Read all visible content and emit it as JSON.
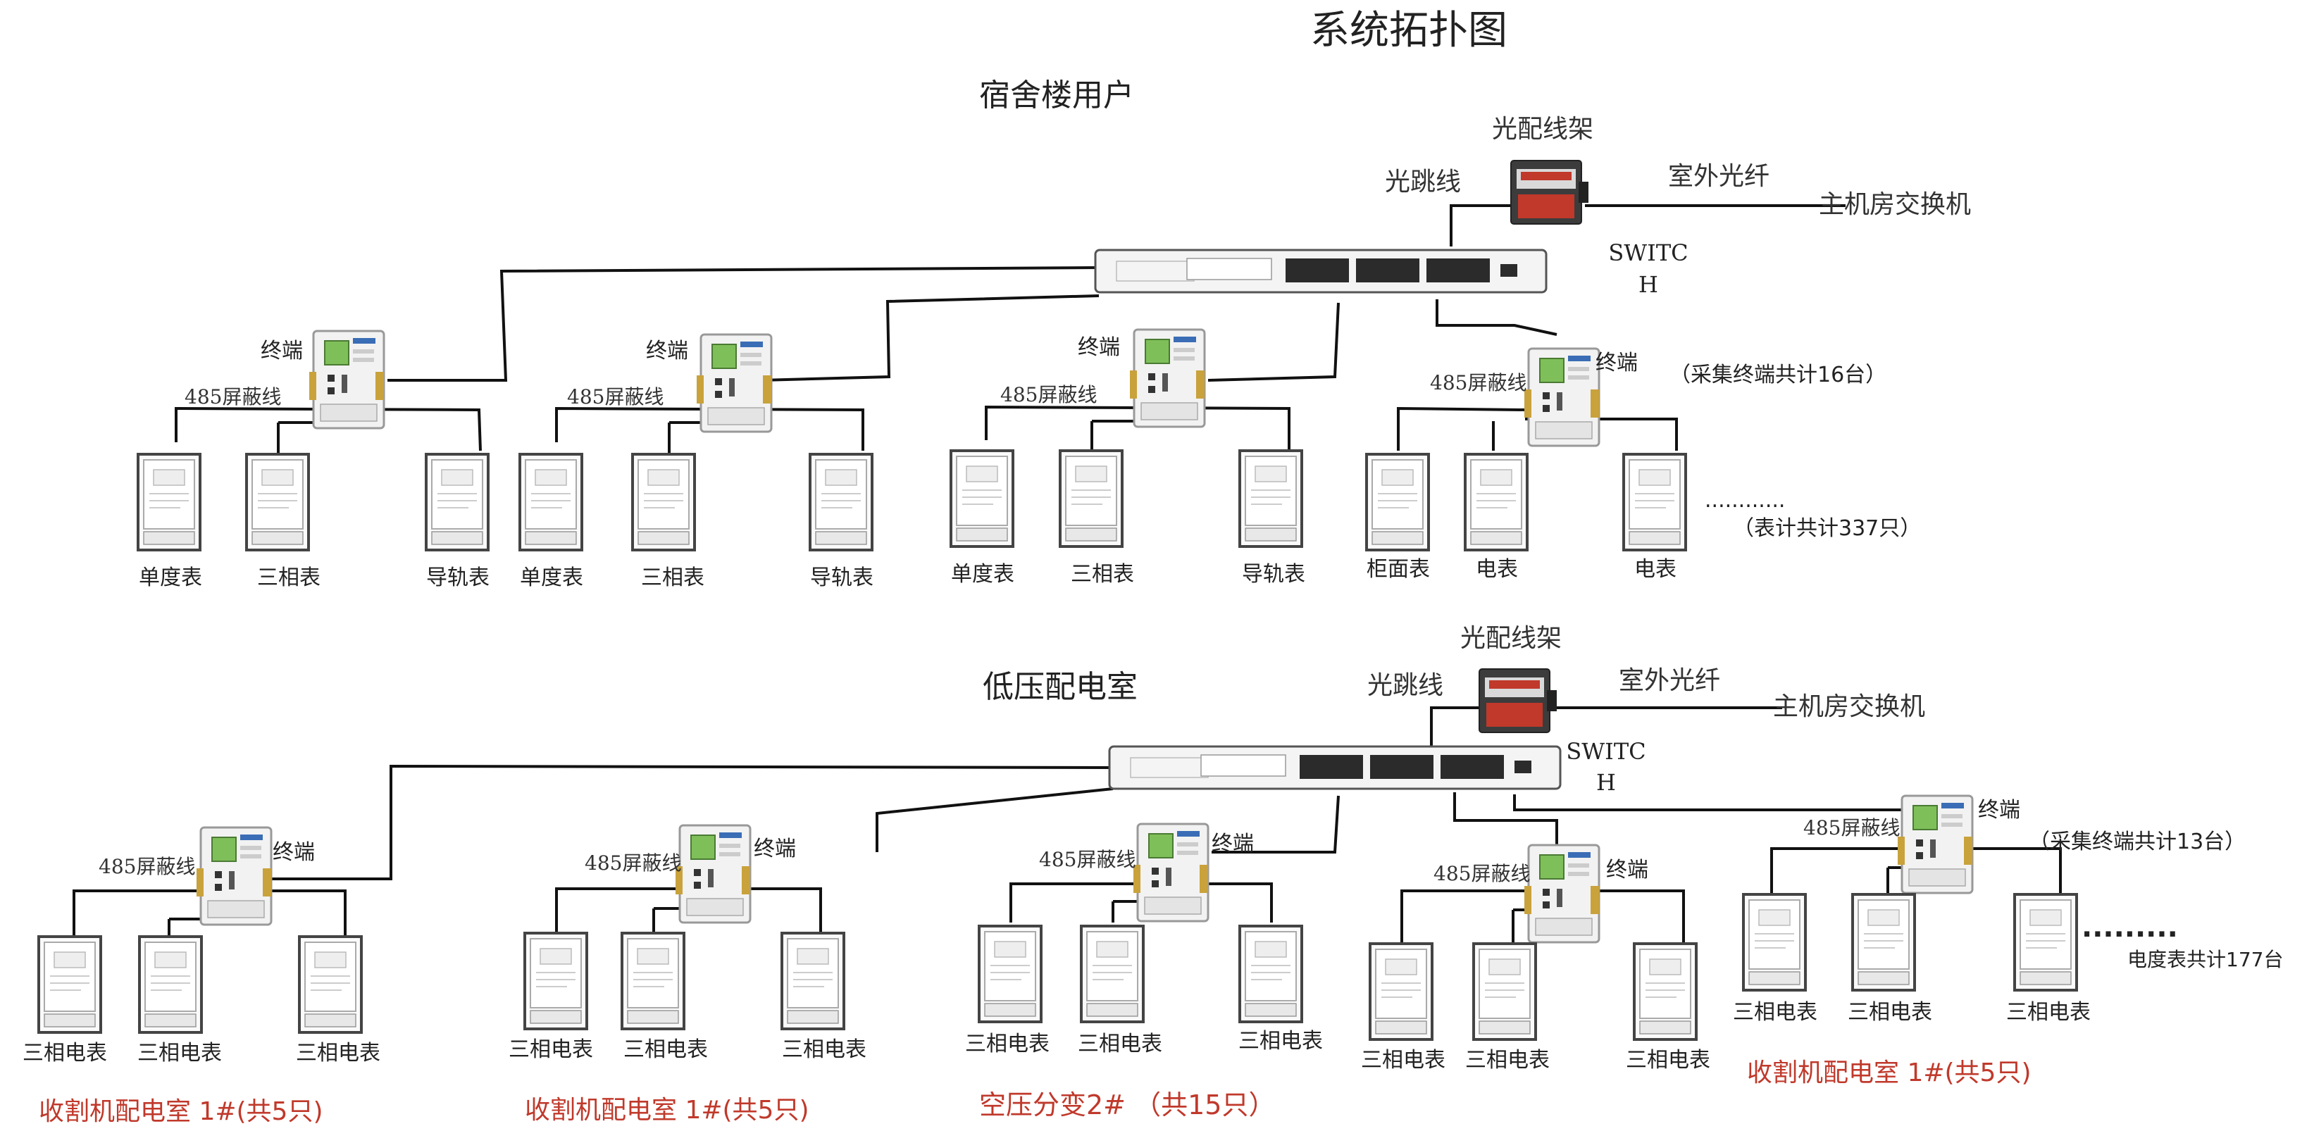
{
  "title": "系统拓扑图",
  "colors": {
    "line": "#111111",
    "red_label": "#c0392b",
    "switch_port": "#2b2b2b",
    "meter_frame": "#444444"
  },
  "section1": {
    "heading": "宿舍楼用户",
    "odf_label": "光配线架",
    "jumper_label": "光跳线",
    "outdoor_fiber_label": "室外光纤",
    "host_switch_label": "主机房交换机",
    "switch_label_a": "SWITC",
    "switch_label_b": "H",
    "terminal_label": "终端",
    "bus_label": "485屏蔽线",
    "terminal_total": "（采集终端共计16台）",
    "meter_total": "（表计共计337只）",
    "ellipsis": "............",
    "group1": [
      "单度表",
      "三相表",
      "导轨表"
    ],
    "group2": [
      "单度表",
      "三相表",
      "导轨表"
    ],
    "group3": [
      "单度表",
      "三相表",
      "导轨表"
    ],
    "group4": [
      "柜面表",
      "电表",
      "电表"
    ]
  },
  "section2": {
    "heading": "低压配电室",
    "odf_label": "光配线架",
    "jumper_label": "光跳线",
    "outdoor_fiber_label": "室外光纤",
    "host_switch_label": "主机房交换机",
    "switch_label_a": "SWITC",
    "switch_label_b": "H",
    "terminal_label": "终端",
    "bus_label": "485屏蔽线",
    "terminal_total": "（采集终端共计13台）",
    "meter_total": "电度表共计177台",
    "ellipsis": ".........",
    "meter_label": "三相电表",
    "captions": [
      "收割机配电室 1#(共5只)",
      "收割机配电室 1#(共5只)",
      "空压分变2# （共15只）",
      "收割机配电室 1#(共5只)"
    ]
  }
}
